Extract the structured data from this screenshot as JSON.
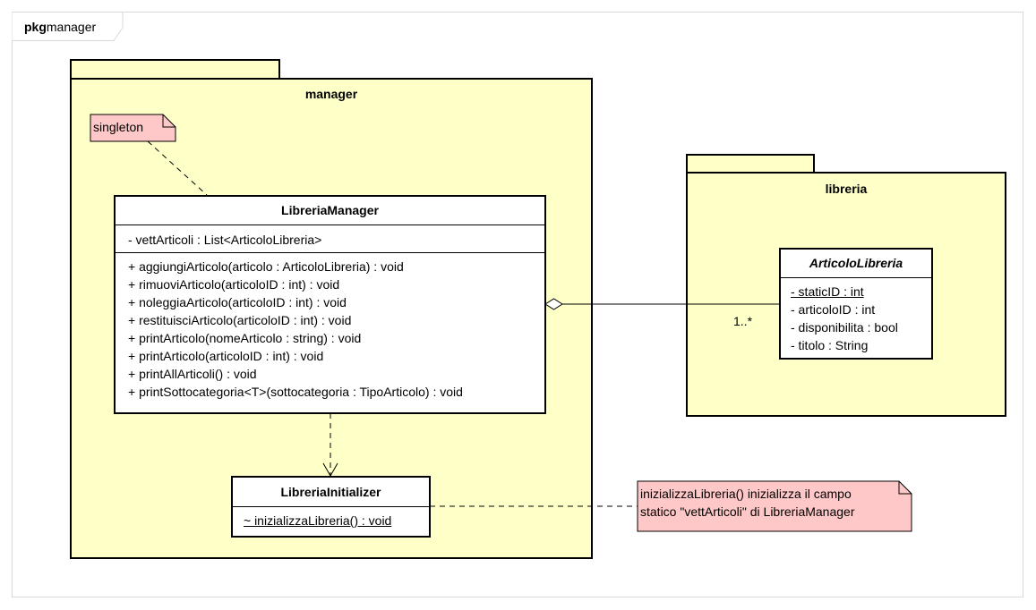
{
  "frame": {
    "kind": "pkg",
    "name": "manager"
  },
  "packages": {
    "manager": {
      "name": "manager"
    },
    "libreria": {
      "name": "libreria"
    }
  },
  "notes": {
    "singleton": "singleton",
    "initializer_line1": "inizializzaLibreria() inizializza il campo",
    "initializer_line2": "statico \"vettArticoli\" di LibreriaManager"
  },
  "classes": {
    "libreria_manager": {
      "name": "LibreriaManager",
      "attributes": [
        "- vettArticoli : List<ArticoloLibreria>"
      ],
      "operations": [
        "+ aggiungiArticolo(articolo : ArticoloLibreria) : void",
        "+ rimuoviArticolo(articoloID : int) : void",
        "+ noleggiaArticolo(articoloID : int) : void",
        "+ restituisciArticolo(articoloID : int) : void",
        "+ printArticolo(nomeArticolo : string) : void",
        "+ printArticolo(articoloID : int) : void",
        "+ printAllArticoli() : void",
        "+ printSottocategoria<T>(sottocategoria : TipoArticolo) : void"
      ]
    },
    "libreria_initializer": {
      "name": "LibreriaInitializer",
      "operations": [
        "~ inizializzaLibreria() : void"
      ]
    },
    "articolo_libreria": {
      "name": "ArticoloLibreria",
      "attributes": [
        "- staticID : int",
        "- articoloID : int",
        "- disponibilita : bool",
        "- titolo : String"
      ]
    }
  },
  "associations": {
    "aggregation_multiplicity": "1..*"
  },
  "colors": {
    "package_fill": "#ffffc8",
    "note_fill": "#ffc8c8",
    "class_fill": "#ffffff",
    "frame_border": "#d9d9d9"
  }
}
